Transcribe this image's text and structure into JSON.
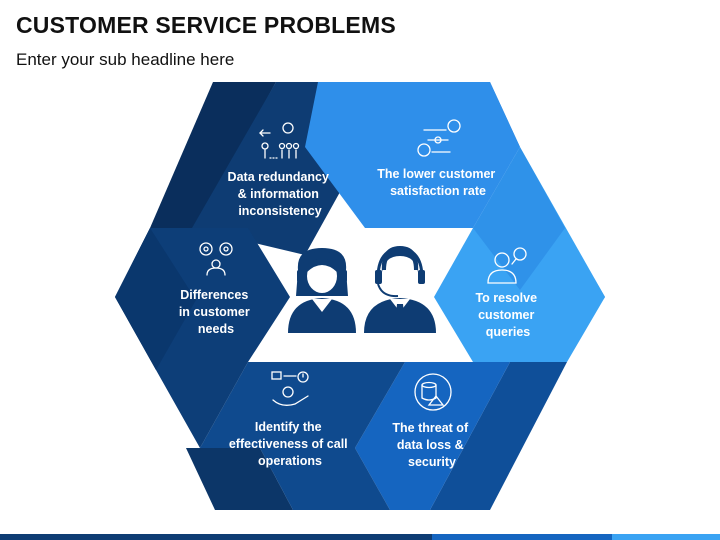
{
  "header": {
    "title": "CUSTOMER SERVICE PROBLEMS",
    "subtitle": "Enter your sub headline here"
  },
  "segments": [
    {
      "id": "top-left",
      "lines": [
        "Data redundancy",
        "& information",
        "inconsistency"
      ],
      "icon": "people-workflow-icon"
    },
    {
      "id": "top-right",
      "lines": [
        "The lower customer",
        "satisfaction rate"
      ],
      "icon": "satisfaction-rating-icon"
    },
    {
      "id": "right",
      "lines": [
        "To resolve",
        "customer",
        "queries"
      ],
      "icon": "customer-search-icon"
    },
    {
      "id": "bottom-right",
      "lines": [
        "The threat of",
        "data loss &",
        "security"
      ],
      "icon": "database-warning-icon"
    },
    {
      "id": "bottom-left",
      "lines": [
        "Identify the",
        "effectiveness of call",
        "operations"
      ],
      "icon": "process-hand-icon"
    },
    {
      "id": "left",
      "lines": [
        "Differences",
        "in customer",
        "needs"
      ],
      "icon": "customer-gears-icon"
    }
  ],
  "center": {
    "icon": "customer-support-agents-icon"
  },
  "colors": {
    "dark_blue": "#0E3C73",
    "mid_blue": "#14539B",
    "light_blue": "#2F8FEA",
    "lighter_blue": "#3AA3F3",
    "navy_dark": "#0A2E5C"
  }
}
